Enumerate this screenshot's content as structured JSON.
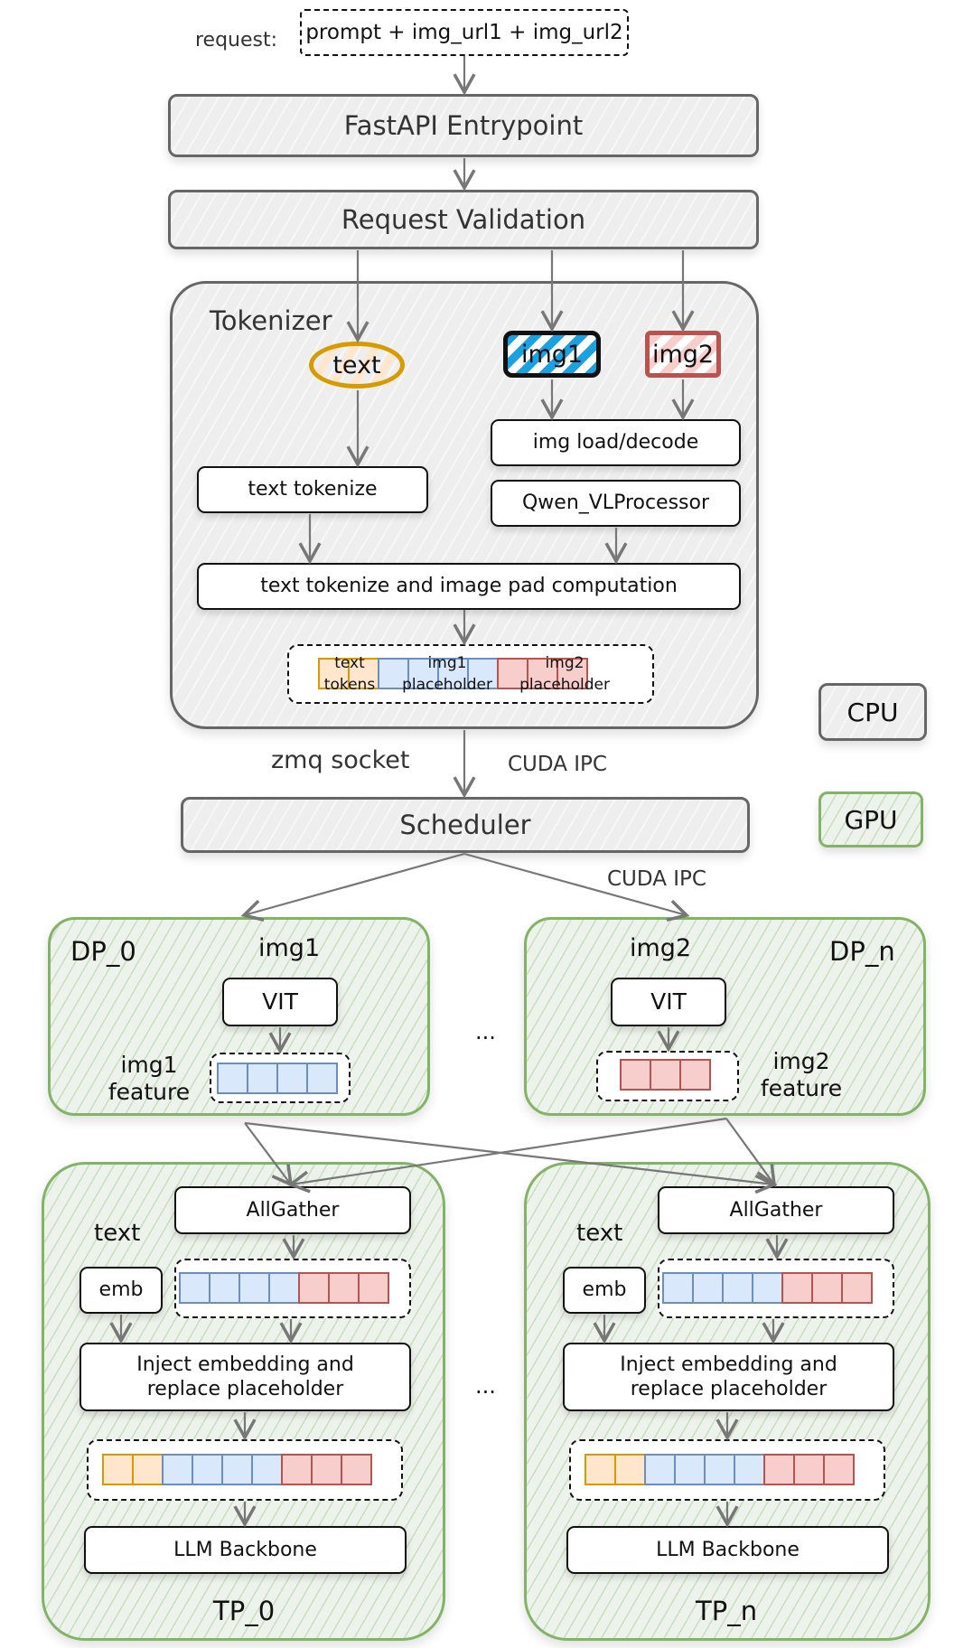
{
  "request": {
    "label": "request:",
    "value": "prompt + img_url1 + img_url2"
  },
  "stages": {
    "fastapi": "FastAPI Entrypoint",
    "validation": "Request Validation",
    "scheduler": "Scheduler"
  },
  "tokenizer": {
    "title": "Tokenizer",
    "inputs": {
      "text": "text",
      "img1": "img1",
      "img2": "img2"
    },
    "steps": {
      "text_tokenize": "text tokenize",
      "img_load": "img load/decode",
      "processor": "Qwen_VLProcessor",
      "combined": "text tokenize and image pad computation"
    },
    "sequence": {
      "text_label": "text tokens",
      "img1_label": "img1 placeholder",
      "img2_label": "img2 placeholder",
      "text_cells": 2,
      "img1_cells": 4,
      "img2_cells": 3
    }
  },
  "links": {
    "zmq": "zmq socket",
    "cuda_ipc_1": "CUDA IPC",
    "cuda_ipc_2": "CUDA IPC"
  },
  "legend": {
    "cpu": "CPU",
    "gpu": "GPU"
  },
  "dp": [
    {
      "name": "DP_0",
      "image": "img1",
      "module": "VIT",
      "feature_label": "img1 feature",
      "cells": 4,
      "color": "blue"
    },
    {
      "name": "DP_n",
      "image": "img2",
      "module": "VIT",
      "feature_label": "img2 feature",
      "cells": 3,
      "color": "red"
    }
  ],
  "ellipsis": "...",
  "tp": [
    {
      "name": "TP_0",
      "allgather": "AllGather",
      "text": "text",
      "emb": "emb",
      "inject": "Inject embedding and replace placeholder",
      "backbone": "LLM Backbone"
    },
    {
      "name": "TP_n",
      "allgather": "AllGather",
      "text": "text",
      "emb": "emb",
      "inject": "Inject embedding and replace placeholder",
      "backbone": "LLM Backbone"
    }
  ],
  "colors": {
    "text_fill": "#ffe6cc",
    "text_stroke": "#d79b00",
    "img1_fill": "#dae8fc",
    "img1_stroke": "#6c8ebf",
    "img1_badge": "#1ba1e2",
    "img2_fill": "#f8cecc",
    "img2_stroke": "#b85450",
    "gpu_stroke": "#82b366",
    "cpu_stroke": "#666666"
  }
}
